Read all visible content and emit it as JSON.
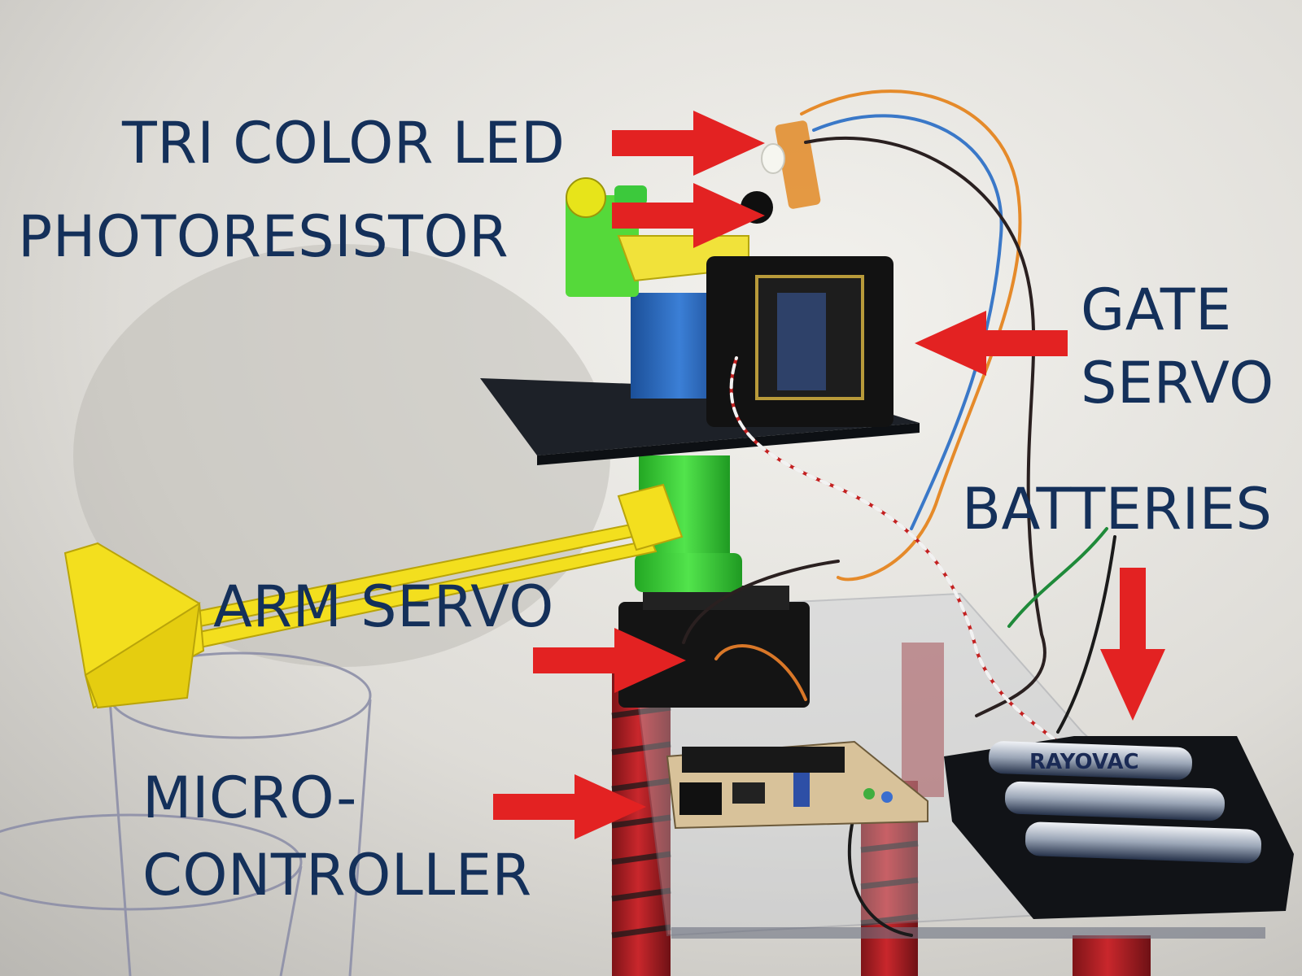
{
  "labels": {
    "tri_color_led": "TRI COLOR LED",
    "photoresistor": "PHOTORESISTOR",
    "gate_servo_line1": "GATE",
    "gate_servo_line2": "SERVO",
    "batteries": "BATTERIES",
    "arm_servo": "ARM SERVO",
    "microcontroller_line1": "MICRO-",
    "microcontroller_line2": "CONTROLLER"
  },
  "battery_brand": "RAYOVAC",
  "colors": {
    "label_text": "#14305a",
    "arrow": "#e32222",
    "wall": "#d4d2cd",
    "chute_yellow": "#f3df1e",
    "tube_green": "#3fd63b",
    "tube_blue": "#2f6fc4",
    "servo_black": "#171717",
    "base_red": "#b41f24"
  }
}
